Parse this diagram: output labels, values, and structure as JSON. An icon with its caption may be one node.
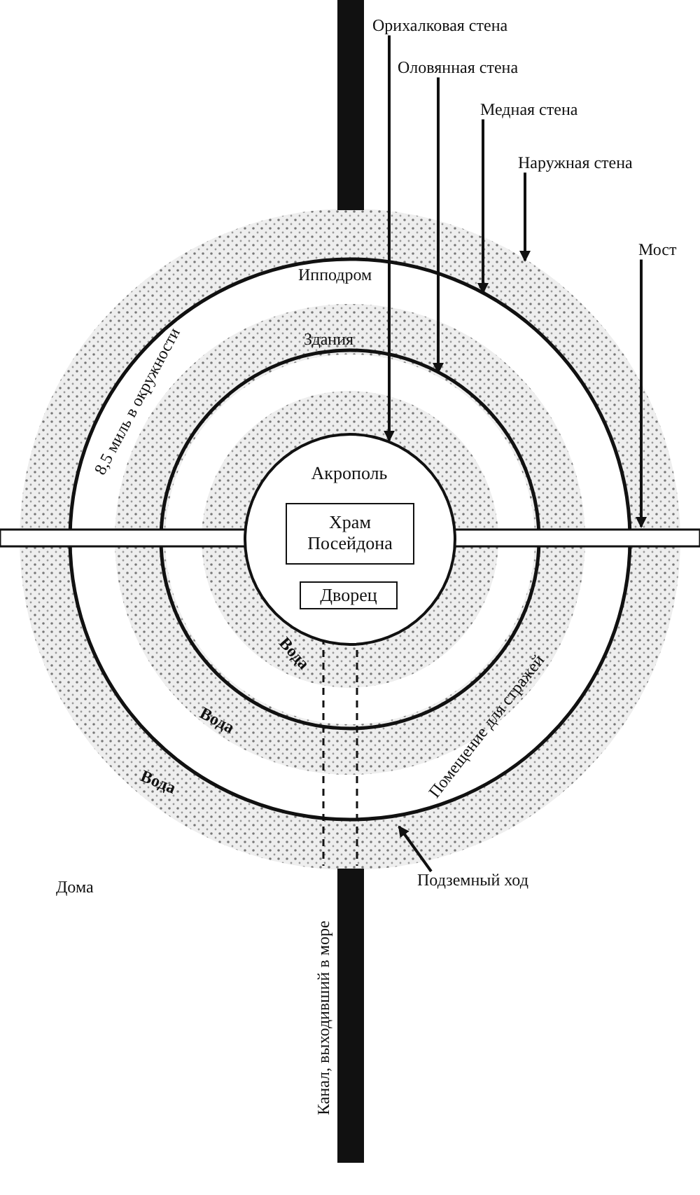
{
  "diagram": {
    "nodes": [
      {
        "text": [
          "Акрополь"
        ]
      },
      {
        "text": [
          "Храм Посейдона"
        ],
        "in": 0
      },
      {
        "text": [
          "Дворец"
        ],
        "in": 0
      },
      {
        "text": [
          "Орихалковая стена"
        ]
      },
      {
        "text": [
          "Оловянная стена"
        ]
      },
      {
        "text": [
          "Медная стена"
        ]
      },
      {
        "text": [
          "Наружная стена"
        ]
      },
      {
        "text": [
          "Мост"
        ]
      },
      {
        "text": [
          "Подземный ход"
        ]
      }
    ],
    "edges": [
      {
        "from": 3,
        "to": 0,
        "arrow": "to"
      },
      {
        "from": 4,
        "to": null,
        "arrow": "to"
      },
      {
        "from": 5,
        "to": null,
        "arrow": "to"
      },
      {
        "from": 6,
        "to": null,
        "arrow": "to"
      },
      {
        "from": 7,
        "to": null,
        "arrow": "to"
      },
      {
        "from": 8,
        "to": null,
        "arrow": "to"
      }
    ],
    "labels": [
      "Ипподром",
      "Здания",
      "8,5 миль в окружности",
      "Вода",
      "Вода",
      "Вода",
      "Помещение для стражей",
      "Дома",
      "Канал, выходивший в море"
    ]
  }
}
